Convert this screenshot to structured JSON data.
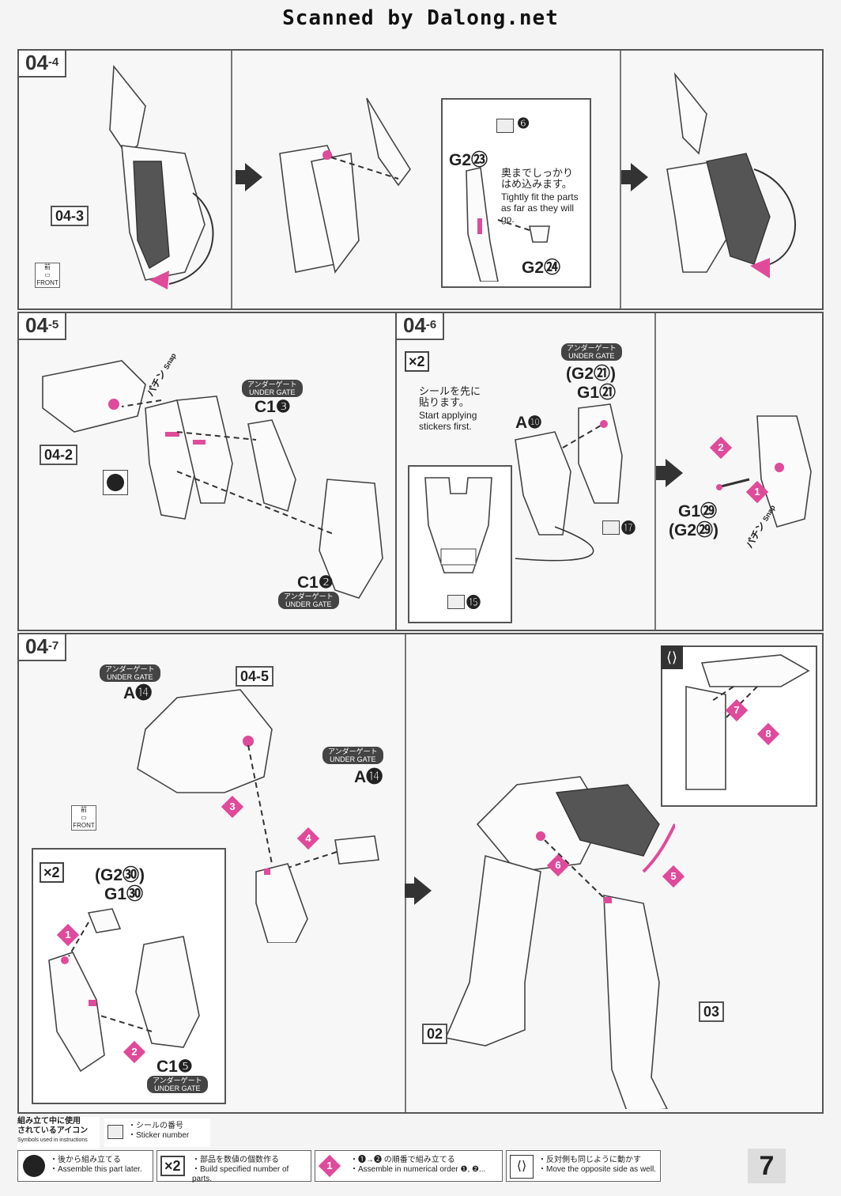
{
  "header": {
    "scan_text": "Scanned by Dalong.net"
  },
  "steps": {
    "s04_4": {
      "tag": "04",
      "sub": "-4",
      "ref": "04-3",
      "front_icon": {
        "jp": "前",
        "en": "FRONT"
      },
      "detail": {
        "sticker_no": "❻",
        "part_top": "G2㉓",
        "part_bottom": "G2㉔",
        "note_jp": "奥までしっかり\nはめ込みます。",
        "note_en": "Tightly fit the parts\nas far as they will go."
      }
    },
    "s04_5": {
      "tag": "04",
      "sub": "-5",
      "ref": "04-2",
      "gate_label_jp": "アンダーゲート",
      "gate_label_en": "UNDER GATE",
      "part_top": "C1❸",
      "part_bottom": "C1❷",
      "snap_jp": "パチン",
      "snap_en": "Snap"
    },
    "s04_6": {
      "tag": "04",
      "sub": "-6",
      "x2": "×2",
      "note_jp": "シールを先に\n貼ります。",
      "note_en": "Start applying\nstickers first.",
      "gate_label_jp": "アンダーゲート",
      "gate_label_en": "UNDER GATE",
      "part_g2": "(G2㉑)",
      "part_g1": "G1㉑",
      "part_a": "A❿",
      "sticker_17": "⓱",
      "sticker_15": "⓯",
      "part_g1b": "G1㉙",
      "part_g2b": "(G2㉙)",
      "snap_jp": "パチン",
      "snap_en": "Snap"
    },
    "s04_7": {
      "tag": "04",
      "sub": "-7",
      "ref": "04-5",
      "gate_label_jp": "アンダーゲート",
      "gate_label_en": "UNDER GATE",
      "part_a14": "A⓮",
      "front_icon": {
        "jp": "前",
        "en": "FRONT"
      },
      "x2": "×2",
      "part_g2": "(G2㉚)",
      "part_g1": "G1㉚",
      "part_c15": "C1❺",
      "ref_02": "02",
      "ref_03": "03",
      "steps": [
        "1",
        "2",
        "3",
        "4",
        "5",
        "6",
        "7",
        "8"
      ]
    }
  },
  "footer": {
    "legend_title_jp": "組み立て中に使用\nされているアイコン",
    "legend_title_en": "Symbols used in instructions",
    "sticker_jp": "・シールの番号",
    "sticker_en": "・Sticker number",
    "later_jp": "・後から組み立てる",
    "later_en": "・Assemble this part later.",
    "x2_label": "×2",
    "x2_jp": "・部品を数値の個数作る",
    "x2_en": "・Build specified number of parts.",
    "order_jp": "・❶→❷ の順番で組み立てる",
    "order_en": "・Assemble in numerical order ❶, ❷...",
    "opposite_jp": "・反対側も同じように動かす",
    "opposite_en": "・Move the opposite side as well.",
    "page_number": "7"
  },
  "colors": {
    "accent": "#e04a9a",
    "ink": "#222222"
  }
}
